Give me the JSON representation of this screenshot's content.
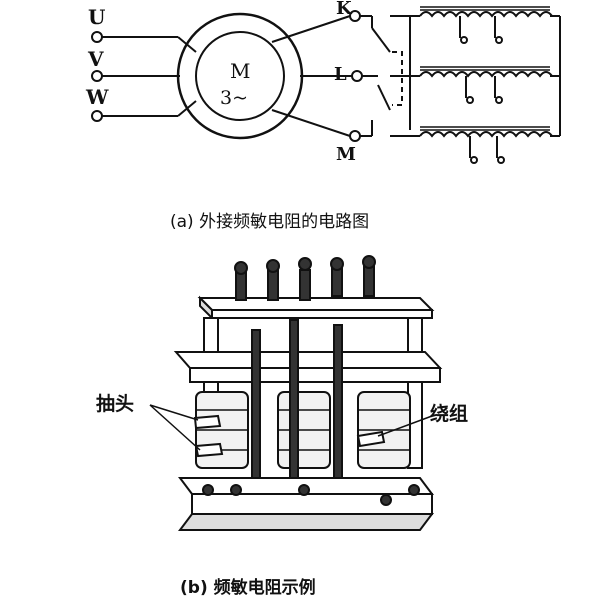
{
  "circuit": {
    "supply_labels": [
      "U",
      "V",
      "W"
    ],
    "motor_label": "M",
    "motor_sub": "3~",
    "rotor_labels": [
      "K",
      "L",
      "M"
    ]
  },
  "caption_a": "(a) 外接频敏电阻的电路图",
  "photo": {
    "tap_label": "抽头",
    "winding_label": "绕组"
  },
  "caption_b": "(b) 频敏电阻示例"
}
